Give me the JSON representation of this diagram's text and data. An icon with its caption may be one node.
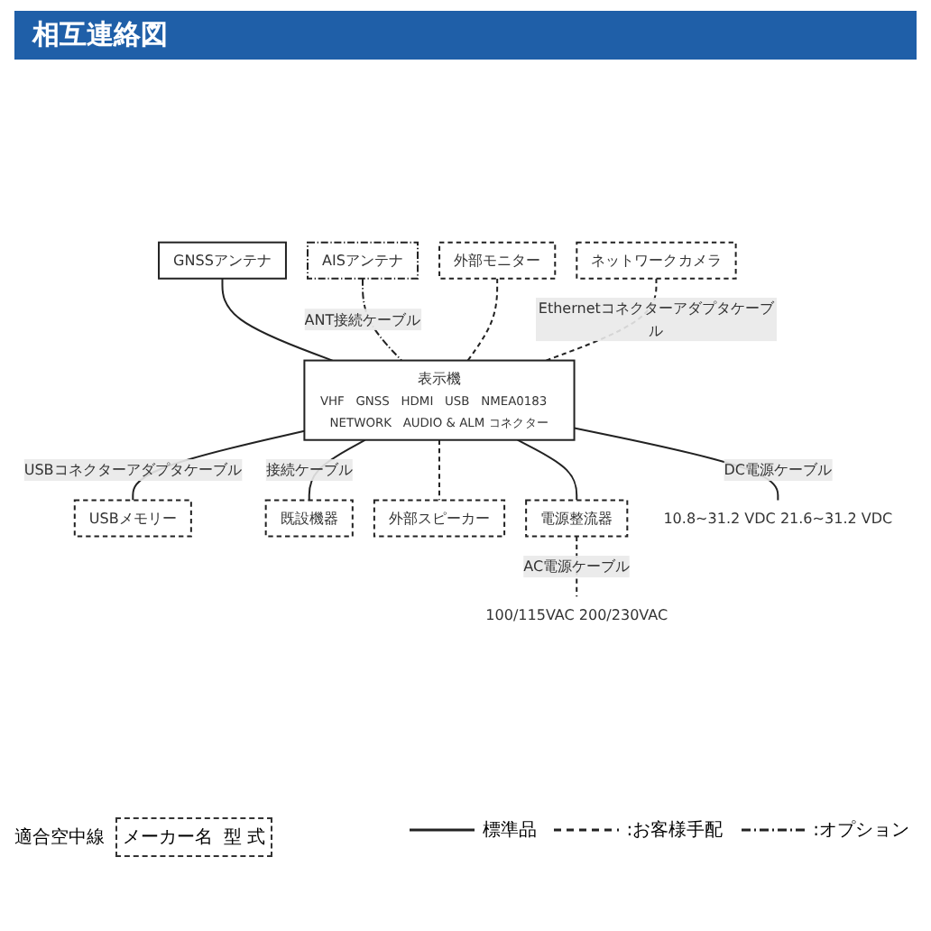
{
  "diagram": {
    "title": "相互連絡図",
    "nodes": [
      {
        "text": [
          "GNSSアンテナ"
        ]
      },
      {
        "text": [
          "AISアンテナ"
        ]
      },
      {
        "text": [
          "外部モニター"
        ]
      },
      {
        "text": [
          "ネットワークカメラ"
        ]
      },
      {
        "text": [
          "表示機",
          "VHF",
          "GNSS",
          "HDMI",
          "USB",
          "NMEA0183",
          "NETWORK",
          "AUDIO & ALM コネクター"
        ]
      },
      {
        "text": [
          "USBメモリー"
        ]
      },
      {
        "text": [
          "既設機器"
        ]
      },
      {
        "text": [
          "外部スピーカー"
        ]
      },
      {
        "text": [
          "電源整流器"
        ]
      },
      {
        "text": [
          "100/115VAC 200/230VAC"
        ]
      },
      {
        "text": [
          "10.8~31.2 VDC 21.6~31.2 VDC"
        ]
      }
    ],
    "edges": [
      {
        "from": 0,
        "to": 4,
        "arrow": "none"
      },
      {
        "from": 1,
        "to": 4,
        "arrow": "none",
        "label": "ANT接続ケーブル",
        "style": "dashed"
      },
      {
        "from": 2,
        "to": 4,
        "arrow": "none",
        "style": "dashed"
      },
      {
        "from": 3,
        "to": 4,
        "arrow": "none",
        "label": "Ethernetコネクターアダプタケーブル",
        "style": "dashed"
      },
      {
        "from": 4,
        "to": 5,
        "arrow": "none",
        "label": "USBコネクターアダプタケーブル"
      },
      {
        "from": 4,
        "to": 6,
        "arrow": "none",
        "label": "接続ケーブル"
      },
      {
        "from": 4,
        "to": 7,
        "arrow": "none",
        "style": "dashed"
      },
      {
        "from": 4,
        "to": 8,
        "arrow": "none"
      },
      {
        "from": 8,
        "to": 9,
        "arrow": "none",
        "label": "AC電源ケーブル",
        "style": "dashed"
      },
      {
        "from": 4,
        "to": 10,
        "arrow": "none",
        "label": "DC電源ケーブル"
      }
    ],
    "labels": [
      "適合空中線",
      "メーカー名",
      "型 式"
    ],
    "legend": [
      {
        "text": "標準品"
      },
      {
        "text": ":お客様手配"
      },
      {
        "text": ":オプション"
      }
    ]
  }
}
